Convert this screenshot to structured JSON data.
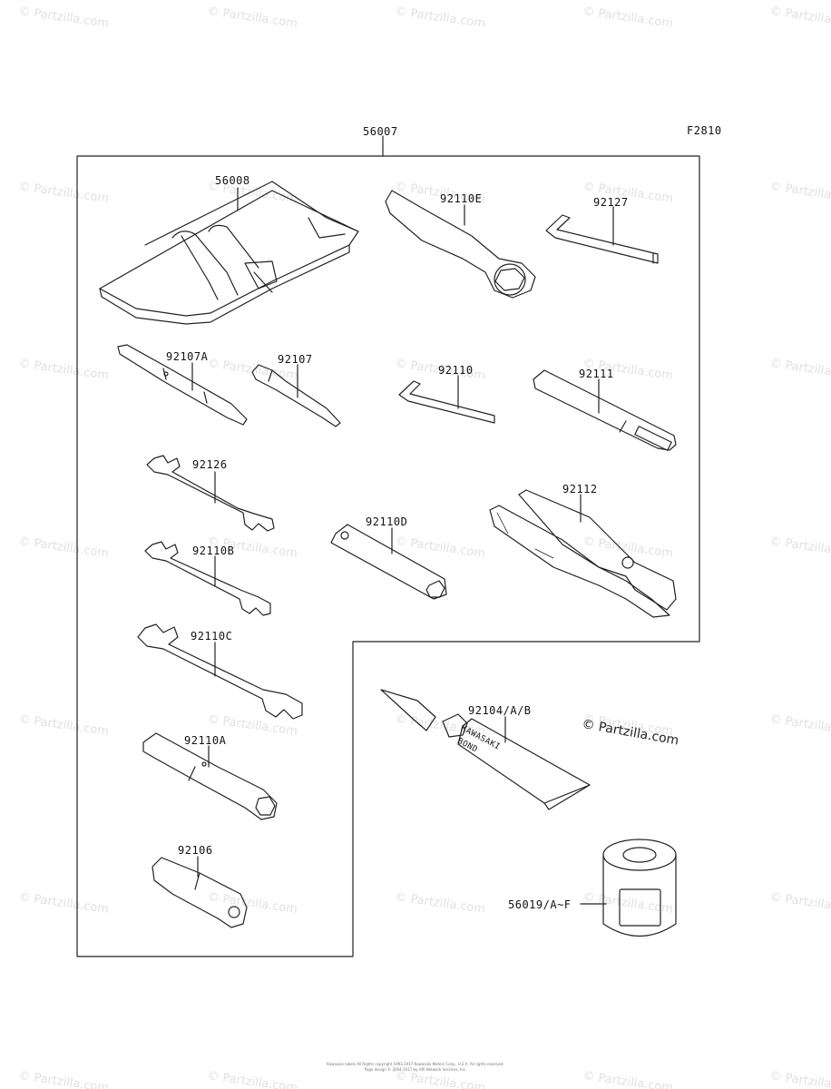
{
  "diagram": {
    "code": "F2810",
    "kit_label": "56007",
    "parts": {
      "p56008": "56008",
      "p92110E": "92110E",
      "p92127": "92127",
      "p92107A": "92107A",
      "p92107": "92107",
      "p92110": "92110",
      "p92111": "92111",
      "p92126": "92126",
      "p92112": "92112",
      "p92110D": "92110D",
      "p92110B": "92110B",
      "p92110C": "92110C",
      "p92104": "92104/A/B",
      "p92110A": "92110A",
      "p92106": "92106",
      "p56019": "56019/A~F"
    },
    "tube_text_1": "KAWASAKI",
    "tube_text_2": "BOND",
    "copyright": "© Partzilla.com",
    "watermark": "© Partzilla.com",
    "footer_line1": "Kawasaki labels All Rights copyright 1993-2017 Kawasaki Motors Corp., U.S.A. All rights reserved.",
    "footer_line2": "Page design © 2004-2017 by ARI Network Services, Inc."
  },
  "colors": {
    "line": "#222222",
    "watermark": "#e1e1e1",
    "background": "#ffffff"
  }
}
